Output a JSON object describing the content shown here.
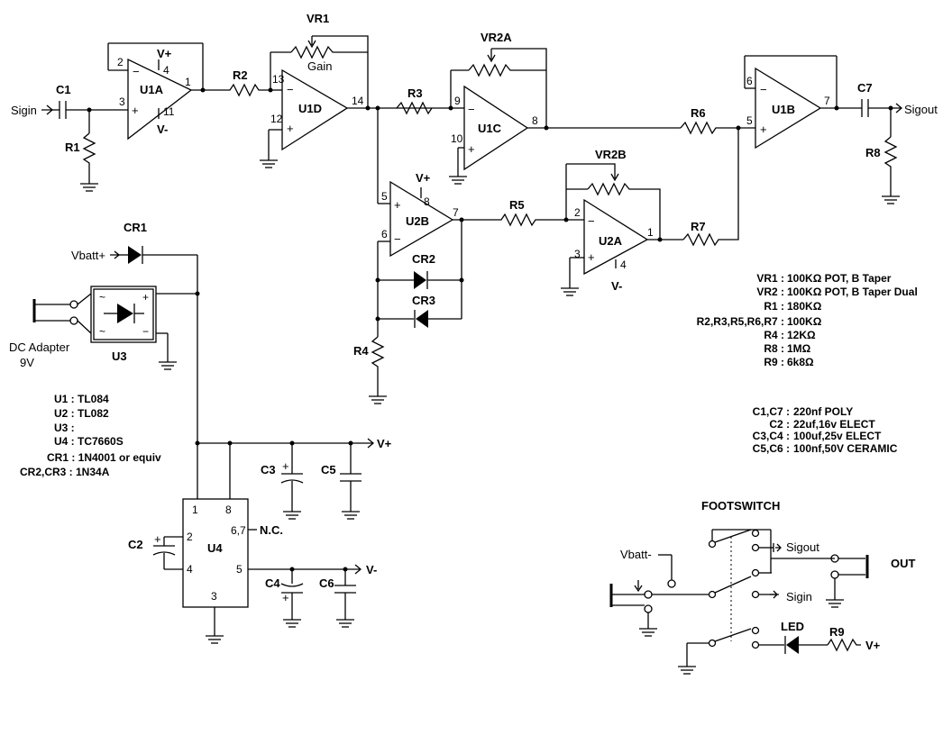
{
  "labels": {
    "sigin": "Sigin",
    "sigout": "Sigout",
    "vbatt_plus": "Vbatt+",
    "vbatt_minus": "Vbatt-",
    "dc_adapter": "DC Adapter",
    "dc_voltage": "9V",
    "gain": "Gain",
    "footswitch": "FOOTSWITCH",
    "out": "OUT",
    "led": "LED",
    "nc": "N.C.",
    "vplus": "V+",
    "vminus": "V-",
    "sw_sigout": "Sigout",
    "sw_sigin": "Sigin"
  },
  "components": {
    "C1": "C1",
    "C2": "C2",
    "C3": "C3",
    "C4": "C4",
    "C5": "C5",
    "C6": "C6",
    "C7": "C7",
    "R1": "R1",
    "R2": "R2",
    "R3": "R3",
    "R4": "R4",
    "R5": "R5",
    "R6": "R6",
    "R7": "R7",
    "R8": "R8",
    "R9": "R9",
    "VR1": "VR1",
    "VR2A": "VR2A",
    "VR2B": "VR2B",
    "U1A": "U1A",
    "U1B": "U1B",
    "U1C": "U1C",
    "U1D": "U1D",
    "U2A": "U2A",
    "U2B": "U2B",
    "U3": "U3",
    "U4": "U4",
    "CR1": "CR1",
    "CR2": "CR2",
    "CR3": "CR3"
  },
  "pins": {
    "u1a_2": "2",
    "u1a_3": "3",
    "u1a_4": "4",
    "u1a_11": "11",
    "u1a_1": "1",
    "u1d_13": "13",
    "u1d_12": "12",
    "u1d_14": "14",
    "u1c_9": "9",
    "u1c_10": "10",
    "u1c_8": "8",
    "u1b_6": "6",
    "u1b_5": "5",
    "u1b_7": "7",
    "u2b_5": "5",
    "u2b_6": "6",
    "u2b_8": "8",
    "u2b_7": "7",
    "u2a_2": "2",
    "u2a_3": "3",
    "u2a_4": "4",
    "u2a_1": "1",
    "u4_1": "1",
    "u4_8": "8",
    "u4_67": "6,7",
    "u4_2": "2",
    "u4_4": "4",
    "u4_5": "5",
    "u4_3": "3"
  },
  "parts_list": [
    {
      "ref": "U1 : TL084"
    },
    {
      "ref": "U2 : TL082"
    },
    {
      "ref": "U3 :"
    },
    {
      "ref": "U4 : TC7660S"
    },
    {
      "ref": "CR1 : 1N4001 or equiv"
    },
    {
      "ref": "CR2,CR3 : 1N34A"
    }
  ],
  "values_list": [
    {
      "ref": "VR1 :",
      "value": "100KΩ POT, B Taper"
    },
    {
      "ref": "VR2 :",
      "value": "100KΩ POT, B Taper Dual"
    },
    {
      "ref": "R1 :",
      "value": "180KΩ"
    },
    {
      "ref": "R2,R3,R5,R6,R7 :",
      "value": "100KΩ"
    },
    {
      "ref": "R4 :",
      "value": "12KΩ"
    },
    {
      "ref": "R8 :",
      "value": "1MΩ"
    },
    {
      "ref": "R9 :",
      "value": "6k8Ω"
    }
  ],
  "cap_list": [
    {
      "ref": "C1,C7 :",
      "value": "220nf  POLY"
    },
    {
      "ref": "C2 :",
      "value": "22uf,16v ELECT"
    },
    {
      "ref": "C3,C4 :",
      "value": "100uf,25v ELECT"
    },
    {
      "ref": "C5,C6 :",
      "value": "100nf,50V CERAMIC"
    }
  ]
}
